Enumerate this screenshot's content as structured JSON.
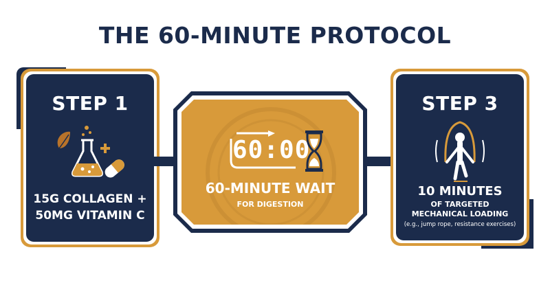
{
  "title": "THE 60-MINUTE PROTOCOL",
  "steps": {
    "step1": {
      "title": "STEP 1",
      "line1": "15G COLLAGEN +",
      "line2": "50MG VITAMIN C",
      "icon": "flask-pill-icon"
    },
    "wait": {
      "timer": "60:00",
      "title": "60-MINUTE WAIT",
      "subtitle": "FOR DIGESTION",
      "icon": "hourglass-icon"
    },
    "step3": {
      "title": "STEP 3",
      "line1": "10 MINUTES",
      "line2": "OF TARGETED",
      "line3": "MECHANICAL LOADING",
      "example": "(e.g., jump rope, resistance exercises)",
      "icon": "jump-rope-icon"
    }
  },
  "colors": {
    "navy": "#1b2b4b",
    "gold": "#d89a3a",
    "white": "#ffffff"
  }
}
